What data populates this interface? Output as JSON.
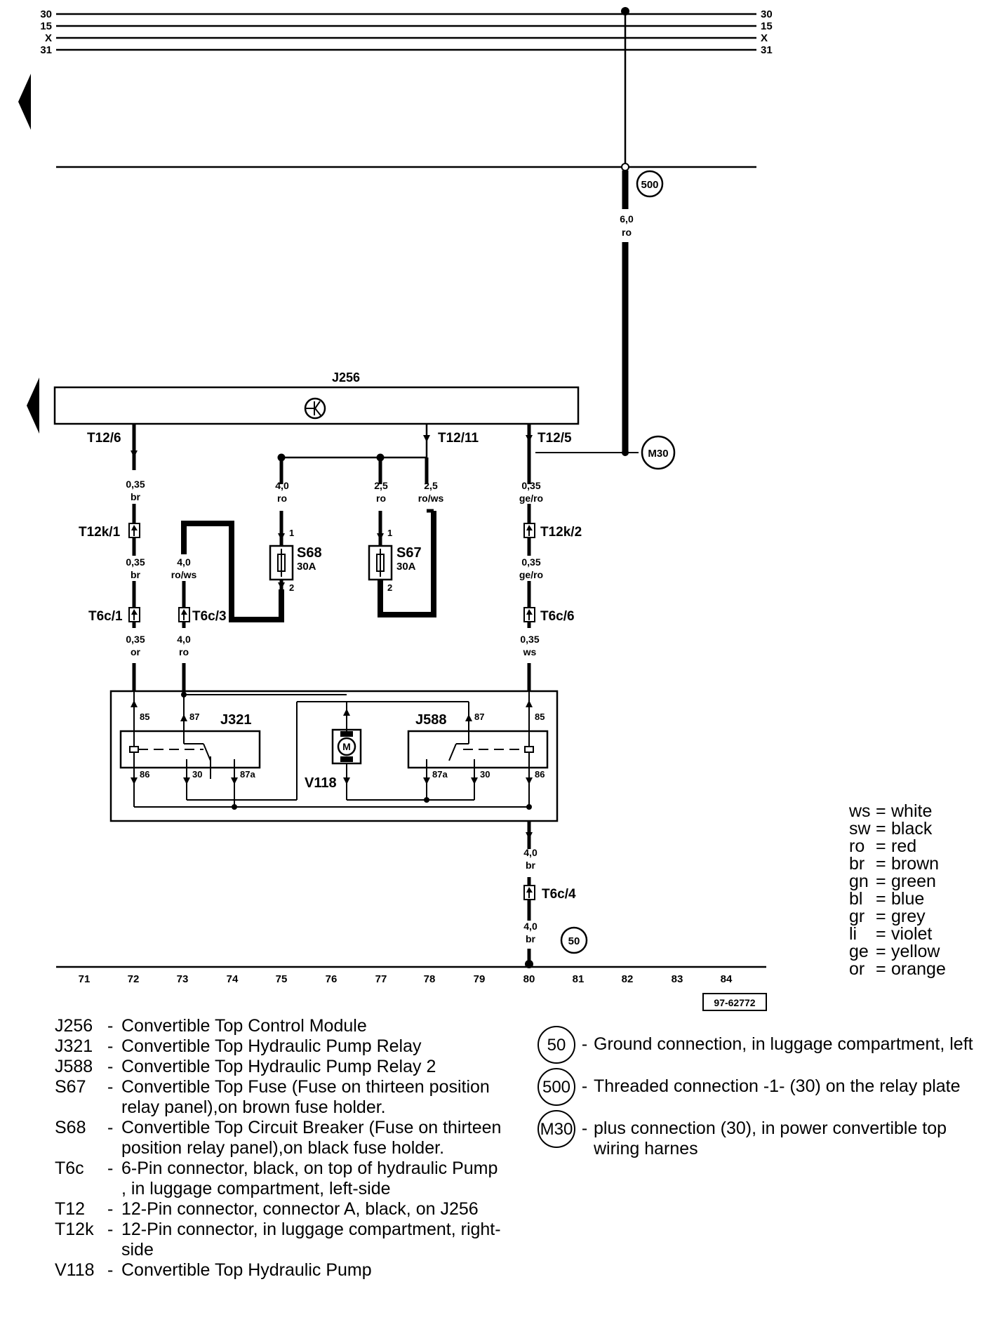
{
  "bus": {
    "t30": "30",
    "t15": "15",
    "tx": "X",
    "t31": "31"
  },
  "components": {
    "j256": "J256",
    "j321": "J321",
    "j588": "J588",
    "v118": "V118",
    "s68": "S68",
    "s68_rating": "30A",
    "s67": "S67",
    "s67_rating": "30A"
  },
  "connectors": {
    "t12_6": "T12/6",
    "t12_11": "T12/11",
    "t12_5": "T12/5",
    "t12k_1": "T12k/1",
    "t12k_2": "T12k/2",
    "t6c_1": "T6c/1",
    "t6c_3": "T6c/3",
    "t6c_6": "T6c/6",
    "t6c_4": "T6c/4"
  },
  "wires": {
    "w500_size": "6,0",
    "w500_color": "ro",
    "w72a_size": "0,35",
    "w72a_color": "br",
    "w72b_size": "0,35",
    "w72b_color": "br",
    "w72c_size": "0,35",
    "w72c_color": "or",
    "w73a_size": "4,0",
    "w73a_color": "ro/ws",
    "w73b_size": "4,0",
    "w73b_color": "ro",
    "w75_size": "4,0",
    "w75_color": "ro",
    "w77_size": "2,5",
    "w77_color": "ro",
    "w78_size": "2,5",
    "w78_color": "ro/ws",
    "w80a_size": "0,35",
    "w80a_color": "ge/ro",
    "w80b_size": "0,35",
    "w80b_color": "ge/ro",
    "w80c_size": "0,35",
    "w80c_color": "ws",
    "w80d_size": "4,0",
    "w80d_color": "br",
    "w80e_size": "4,0",
    "w80e_color": "br"
  },
  "pins": {
    "j321_85": "85",
    "j321_87": "87",
    "j321_86": "86",
    "j321_30": "30",
    "j321_87a": "87a",
    "j588_85": "85",
    "j588_87": "87",
    "j588_86": "86",
    "j588_30": "30",
    "j588_87a": "87a",
    "s68_1": "1",
    "s68_2": "2",
    "s67_1": "1",
    "s67_2": "2",
    "motor": "M"
  },
  "points": {
    "p500": "500",
    "pm30": "M30",
    "p50": "50"
  },
  "scale": [
    "71",
    "72",
    "73",
    "74",
    "75",
    "76",
    "77",
    "78",
    "79",
    "80",
    "81",
    "82",
    "83",
    "84"
  ],
  "ref_code": "97-62772",
  "color_codes": [
    {
      "abbr": "ws",
      "name": "white"
    },
    {
      "abbr": "sw",
      "name": "black"
    },
    {
      "abbr": "ro",
      "name": "red"
    },
    {
      "abbr": "br",
      "name": "brown"
    },
    {
      "abbr": "gn",
      "name": "green"
    },
    {
      "abbr": "bl",
      "name": "blue"
    },
    {
      "abbr": "gr",
      "name": "grey"
    },
    {
      "abbr": "li",
      "name": "violet"
    },
    {
      "abbr": "ge",
      "name": "yellow"
    },
    {
      "abbr": "or",
      "name": "orange"
    }
  ],
  "legend": [
    {
      "code": "J256",
      "desc": "Convertible Top Control Module"
    },
    {
      "code": "J321",
      "desc": "Convertible Top Hydraulic Pump Relay"
    },
    {
      "code": "J588",
      "desc": "Convertible Top Hydraulic Pump Relay 2"
    },
    {
      "code": "S67",
      "desc": "Convertible Top Fuse (Fuse on thirteen position relay panel),on brown fuse holder."
    },
    {
      "code": "S68",
      "desc": "Convertible Top Circuit Breaker (Fuse on thirteen position relay panel),on black fuse holder."
    },
    {
      "code": "T6c",
      "desc": "6-Pin connector, black, on top  of  hydraulic Pump , in luggage compartment, left-side"
    },
    {
      "code": "T12",
      "desc": "12-Pin connector, connector A, black, on J256"
    },
    {
      "code": "T12k",
      "desc": "12-Pin connector, in luggage compartment, right-side"
    },
    {
      "code": "V118",
      "desc": "Convertible Top Hydraulic Pump"
    }
  ],
  "legend_points": [
    {
      "symbol": "50",
      "desc": "Ground connection, in luggage compartment, left"
    },
    {
      "symbol": "500",
      "desc": "Threaded connection -1- (30) on the relay plate"
    },
    {
      "symbol": "M30",
      "desc": "plus connection (30), in power convertible top wiring harnes"
    }
  ]
}
